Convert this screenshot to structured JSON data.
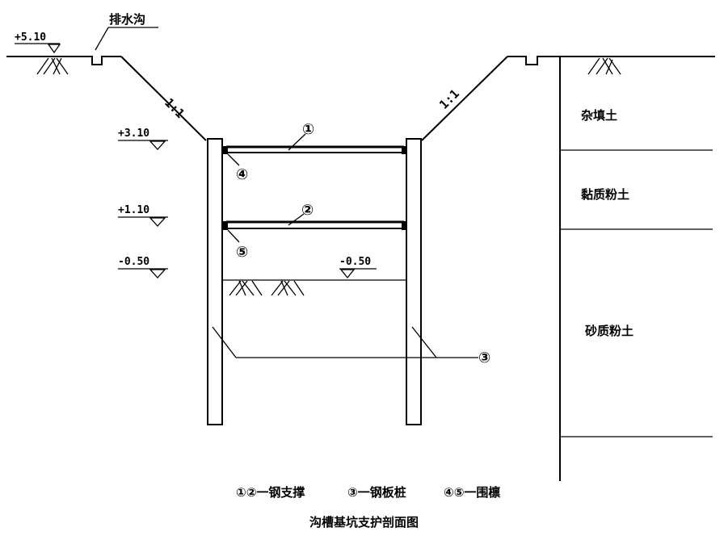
{
  "drainage_label": "排水沟",
  "elevations": {
    "ground": "+5.10",
    "strut1": "+3.10",
    "strut2": "+1.10",
    "bottom_left": "-0.50",
    "bottom_inner": "-0.50"
  },
  "slopes": {
    "left": "1:1",
    "right": "1:1"
  },
  "markers": {
    "strut1": "①",
    "strut2": "②",
    "sheet_pile": "③",
    "waler1": "④",
    "waler2": "⑤"
  },
  "soil_layers": [
    "杂填土",
    "黏质粉土",
    "砂质粉土"
  ],
  "legend": {
    "strut": "①②一钢支撑",
    "sheet_pile": "③一钢板桩",
    "waler": "④⑤一围檩"
  },
  "caption": "沟槽基坑支护剖面图"
}
